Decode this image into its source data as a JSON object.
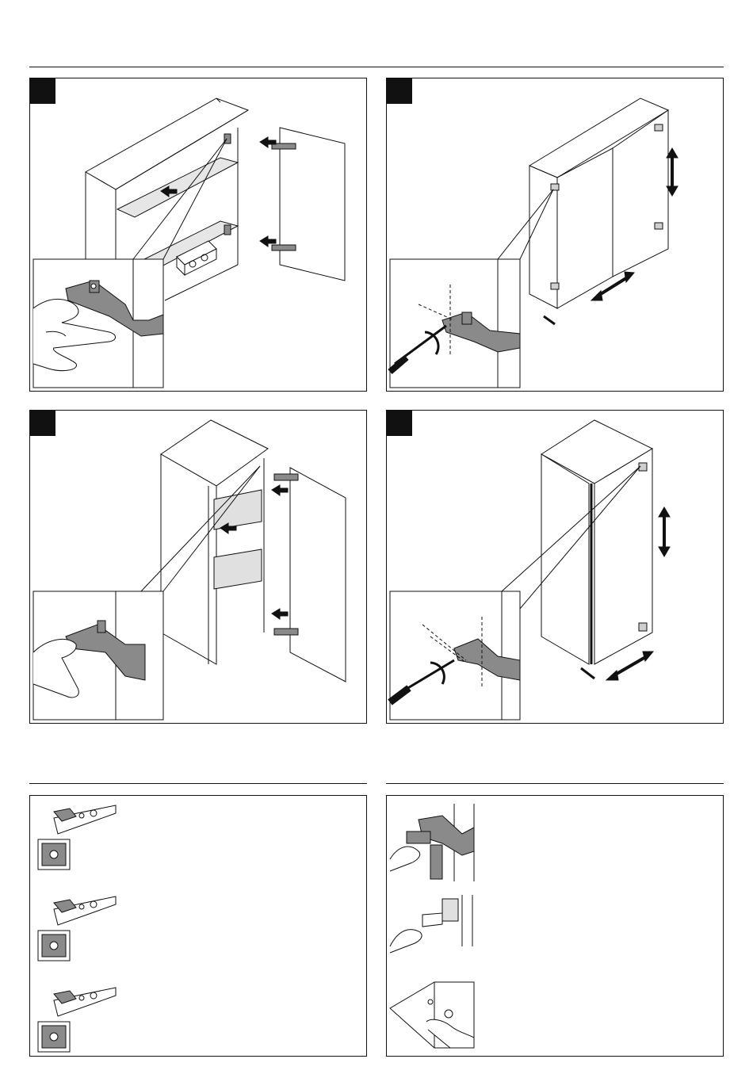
{
  "document": {
    "section_top": {
      "panels": [
        {
          "name": "mirror-cabinet-hinge-attach",
          "step_label": "",
          "icon": "hinge-clip-attach"
        },
        {
          "name": "mirror-cabinet-hinge-adjust",
          "step_label": "",
          "icon": "hinge-screw-adjust"
        },
        {
          "name": "tall-cabinet-hinge-attach",
          "step_label": "",
          "icon": "hinge-clip-attach"
        },
        {
          "name": "tall-cabinet-hinge-adjust",
          "step_label": "",
          "icon": "hinge-screw-adjust"
        }
      ]
    },
    "section_bottom": {
      "left_panel": {
        "icon": "hinge-adjustment-variants",
        "items": 3
      },
      "right_panel": {
        "icon": "cover-cap-and-plug-install",
        "items": 3
      }
    },
    "colors": {
      "ink": "#111111",
      "fill_gray": "#8a8a8a",
      "shelf_gray": "#d8d8d8"
    }
  }
}
